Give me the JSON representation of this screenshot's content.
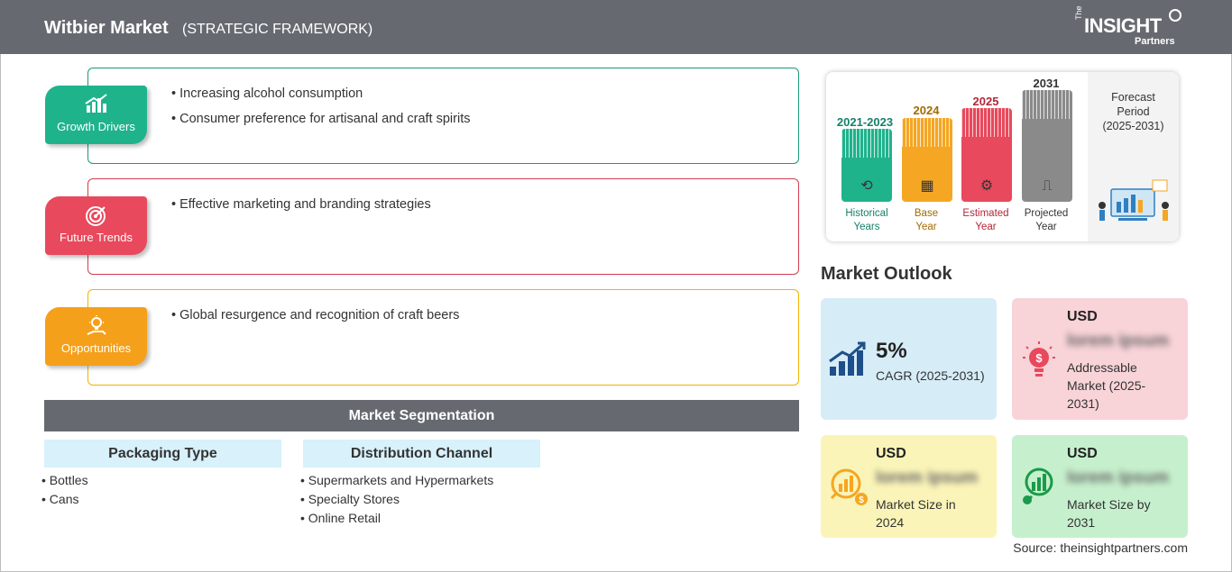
{
  "header": {
    "title": "Witbier Market",
    "subtitle": "(STRATEGIC FRAMEWORK)",
    "logo": {
      "the": "The",
      "main": "INSIGHT",
      "partners": "Partners"
    }
  },
  "drivers": [
    {
      "label": "Growth Drivers",
      "icon": "growth-chart-icon",
      "color": "#1fb38c",
      "border": "#1a9a79",
      "bullets": [
        "Increasing alcohol consumption",
        "Consumer preference for artisanal and craft spirits"
      ]
    },
    {
      "label": "Future Trends",
      "icon": "target-icon",
      "color": "#e8495c",
      "border": "#d23e4f",
      "bullets": [
        "Effective marketing and branding strategies"
      ]
    },
    {
      "label": "Opportunities",
      "icon": "lightbulb-hand-icon",
      "color": "#f5a01a",
      "border": "#f0b400",
      "bullets": [
        "Global resurgence and recognition of craft beers"
      ]
    }
  ],
  "segmentation": {
    "title": "Market Segmentation",
    "columns": [
      {
        "heading": "Packaging Type",
        "items": [
          "Bottles",
          "Cans"
        ]
      },
      {
        "heading": "Distribution Channel",
        "items": [
          "Supermarkets and Hypermarkets",
          "Specialty Stores",
          "Online Retail"
        ]
      }
    ]
  },
  "timeline": {
    "bars": [
      {
        "year": "2021-2023",
        "line1": "Historical",
        "line2": "Years",
        "color": "#1fb38c",
        "text_color": "#16806a",
        "icon": "history-icon"
      },
      {
        "year": "2024",
        "line1": "Base",
        "line2": "Year",
        "color": "#f5a623",
        "text_color": "#a36a00",
        "icon": "calendar-icon"
      },
      {
        "year": "2025",
        "line1": "Estimated",
        "line2": "Year",
        "color": "#e8495c",
        "text_color": "#b3263a",
        "icon": "estimate-icon"
      },
      {
        "year": "2031",
        "line1": "Projected",
        "line2": "Year",
        "color": "#8a8a8a",
        "text_color": "#333333",
        "icon": "projection-icon"
      }
    ],
    "forecast": {
      "title": "Forecast Period",
      "period": "(2025-2031)"
    }
  },
  "outlook": {
    "title": "Market Outlook",
    "cagr": {
      "value": "5%",
      "label": "CAGR (2025-2031)",
      "color": "#d6ecf7",
      "icon": "growth-chart-icon"
    },
    "addressable": {
      "usd": "USD",
      "blur": "lorem ipsum",
      "label": "Addressable Market (2025-2031)",
      "color": "#f8d3d8",
      "icon": "money-bulb-icon"
    },
    "size2024": {
      "usd": "USD",
      "blur": "lorem ipsum",
      "label": "Market Size in 2024",
      "color": "#fbf4b8",
      "icon": "money-chart-icon"
    },
    "size2031": {
      "usd": "USD",
      "blur": "lorem ipsum",
      "label": "Market Size by 2031",
      "color": "#c6f0cd",
      "icon": "money-growth-icon"
    }
  },
  "source": "Source: theinsightpartners.com"
}
